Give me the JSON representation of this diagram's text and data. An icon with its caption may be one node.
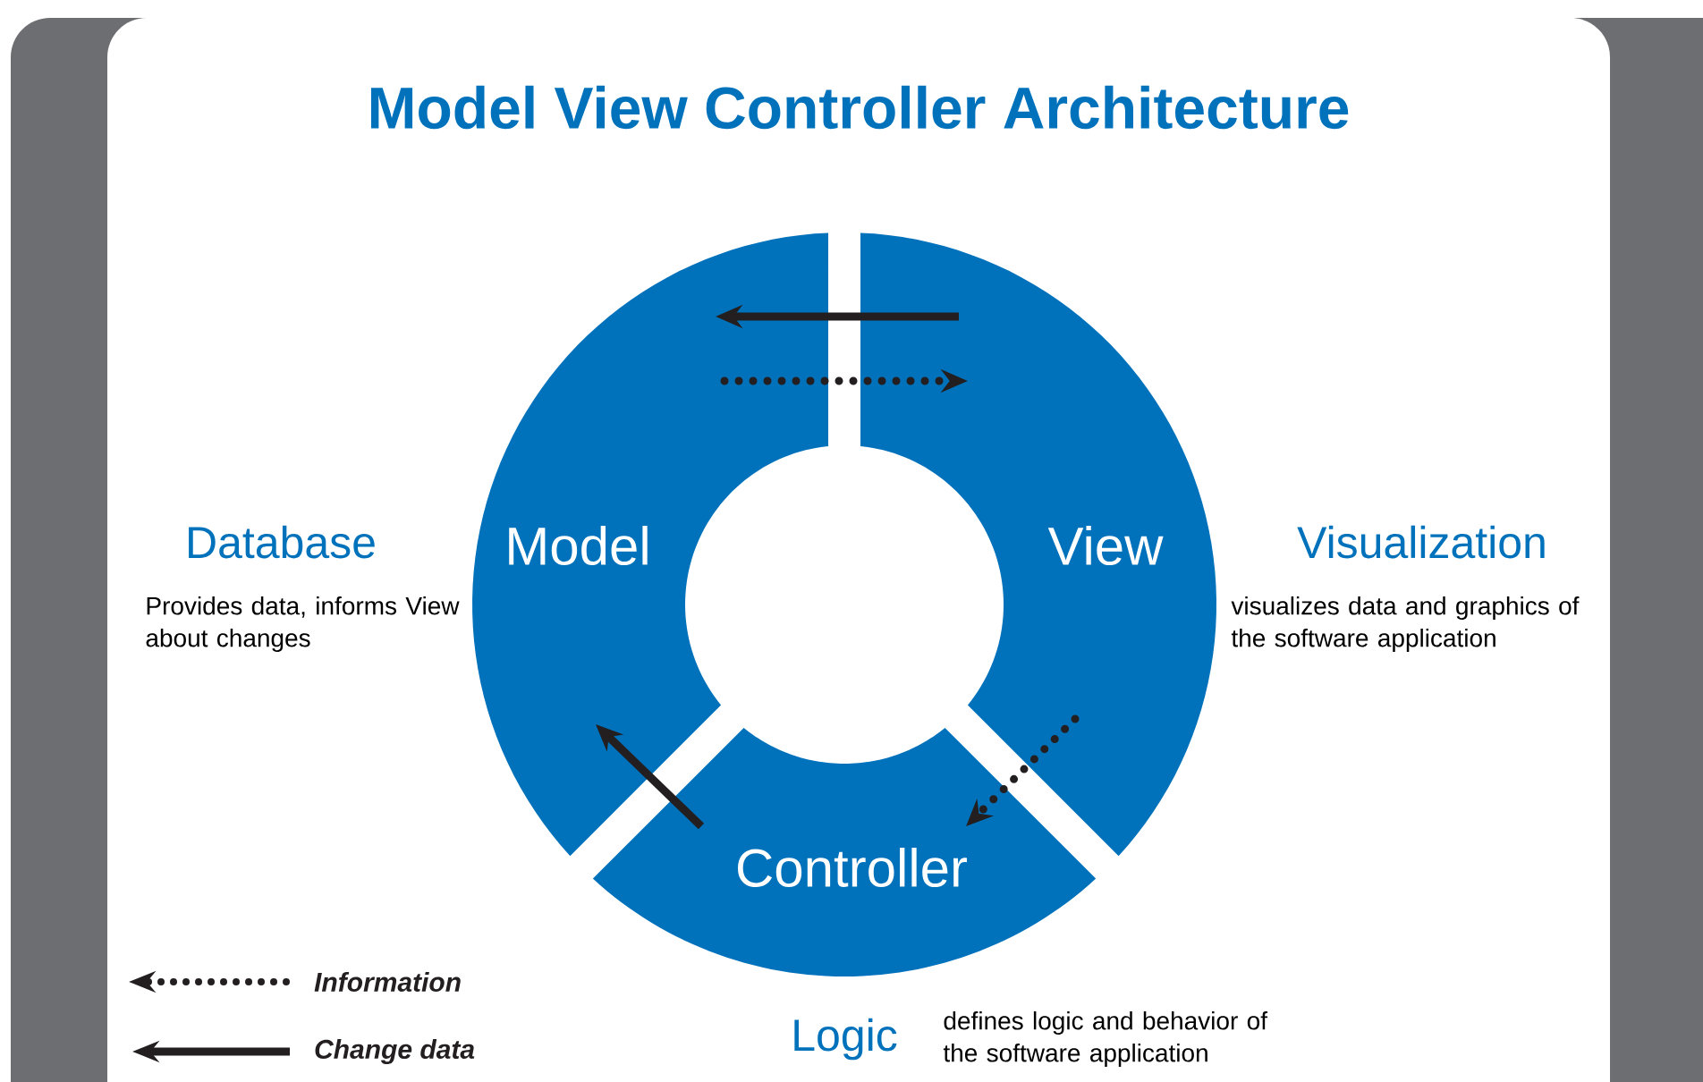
{
  "diagram": {
    "title": "Model View Controller Architecture",
    "nodes": [
      {
        "text": [
          "Model"
        ],
        "beside": [
          "Database",
          "Provides data, informs View about changes"
        ]
      },
      {
        "text": [
          "View"
        ],
        "beside": [
          "Visualization",
          "visualizes data and graphics of the software application"
        ]
      },
      {
        "text": [
          "Controller"
        ],
        "beside": [
          "Logic",
          "defines logic and behavior of the software application"
        ]
      }
    ],
    "edges": [
      {
        "from": 1,
        "to": 0,
        "arrow": "to"
      },
      {
        "from": 0,
        "to": 1,
        "arrow": "to",
        "style": "dashed"
      },
      {
        "from": 2,
        "to": 0,
        "arrow": "to"
      },
      {
        "from": 1,
        "to": 2,
        "arrow": "to",
        "style": "dashed"
      }
    ],
    "legend": [
      {
        "text": "Information"
      },
      {
        "text": "Change data"
      }
    ]
  }
}
